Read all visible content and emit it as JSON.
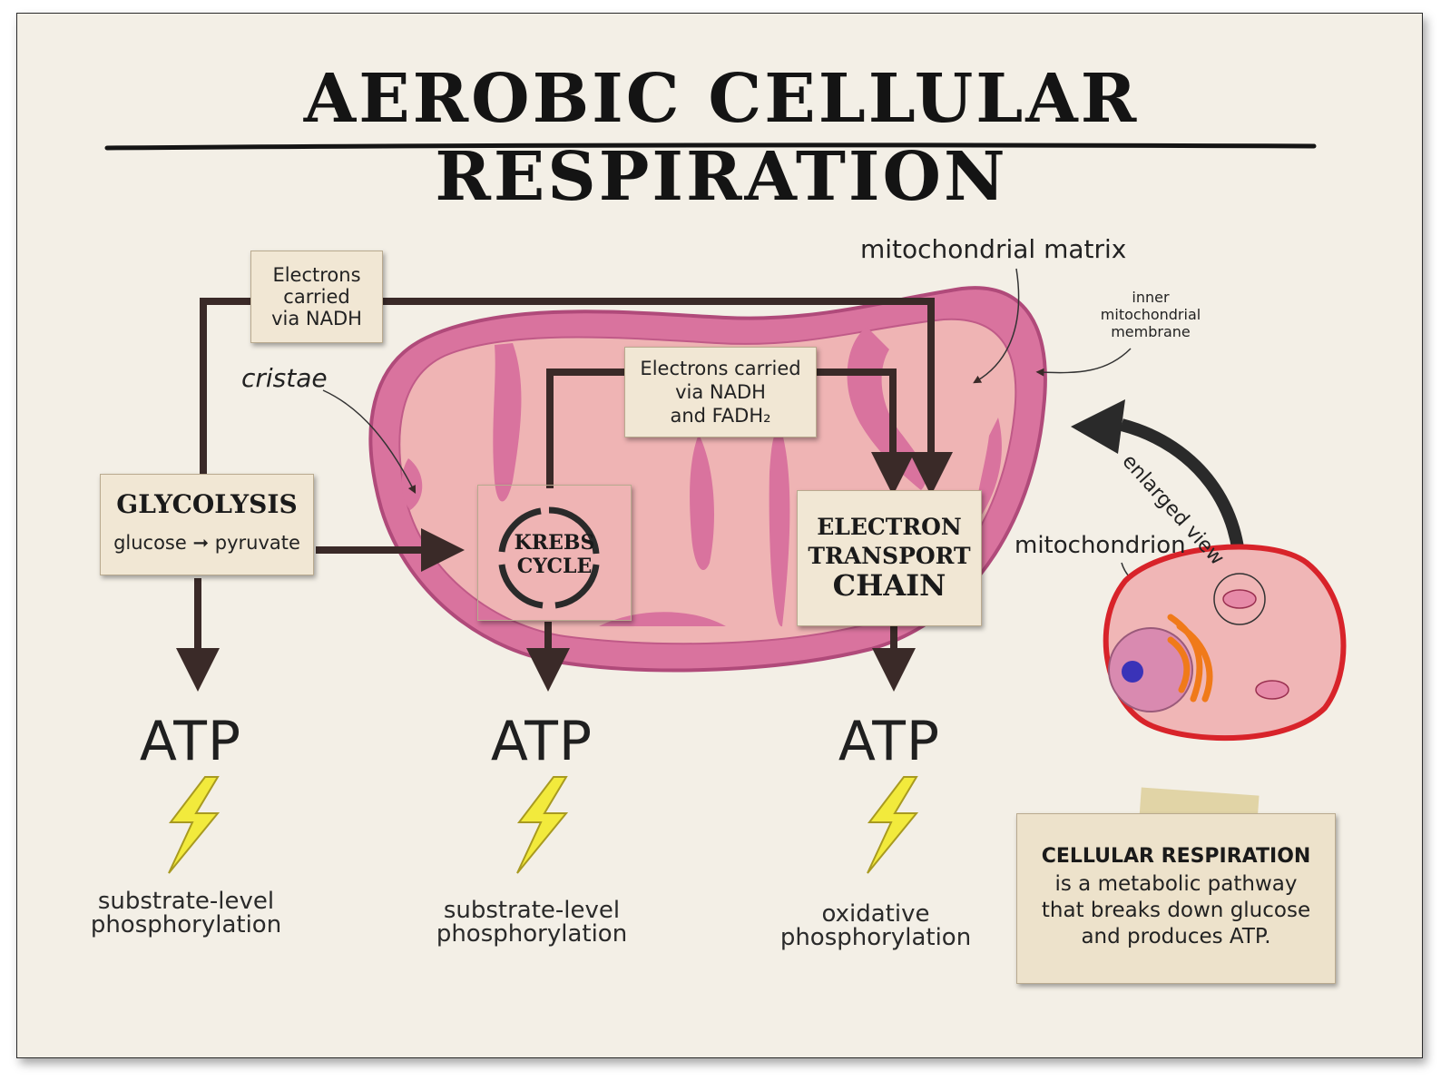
{
  "title": "AEROBIC CELLULAR RESPIRATION",
  "labels": {
    "mitochondrial_matrix": "mitochondrial matrix",
    "inner_membrane": [
      "inner",
      "mitochondrial",
      "membrane"
    ],
    "cristae": "cristae",
    "mitochondrion": "mitochondrion",
    "enlarged_view": "enlarged view"
  },
  "cards": {
    "nadh": [
      "Electrons",
      "carried",
      "via NADH"
    ],
    "nadh_fadh": [
      "Electrons carried",
      "via NADH",
      "and FADH₂"
    ],
    "glycolysis": {
      "title": "GLYCOLYSIS",
      "from": "glucose",
      "to": "pyruvate"
    },
    "krebs": [
      "KREBS",
      "CYCLE"
    ],
    "etc": [
      "ELECTRON",
      "TRANSPORT",
      "CHAIN"
    ]
  },
  "outputs": [
    {
      "atp": "ATP",
      "label": [
        "substrate-level",
        "phosphorylation"
      ]
    },
    {
      "atp": "ATP",
      "label": [
        "substrate-level",
        "phosphorylation"
      ]
    },
    {
      "atp": "ATP",
      "label": [
        "oxidative",
        "phosphorylation"
      ]
    }
  ],
  "definition": {
    "term": "CELLULAR RESPIRATION",
    "lines": [
      "is a metabolic pathway",
      "that breaks down glucose",
      "and produces ATP."
    ]
  },
  "colors": {
    "paper": "#f3efe6",
    "outer_membrane": "#d9739e",
    "matrix": "#efb4b4",
    "arrow": "#3a2a28",
    "lightning": "#f2ea3c",
    "cell_membrane": "#d8232a",
    "golgi": "#f07a1a",
    "nucleus": "#3a33b8"
  }
}
